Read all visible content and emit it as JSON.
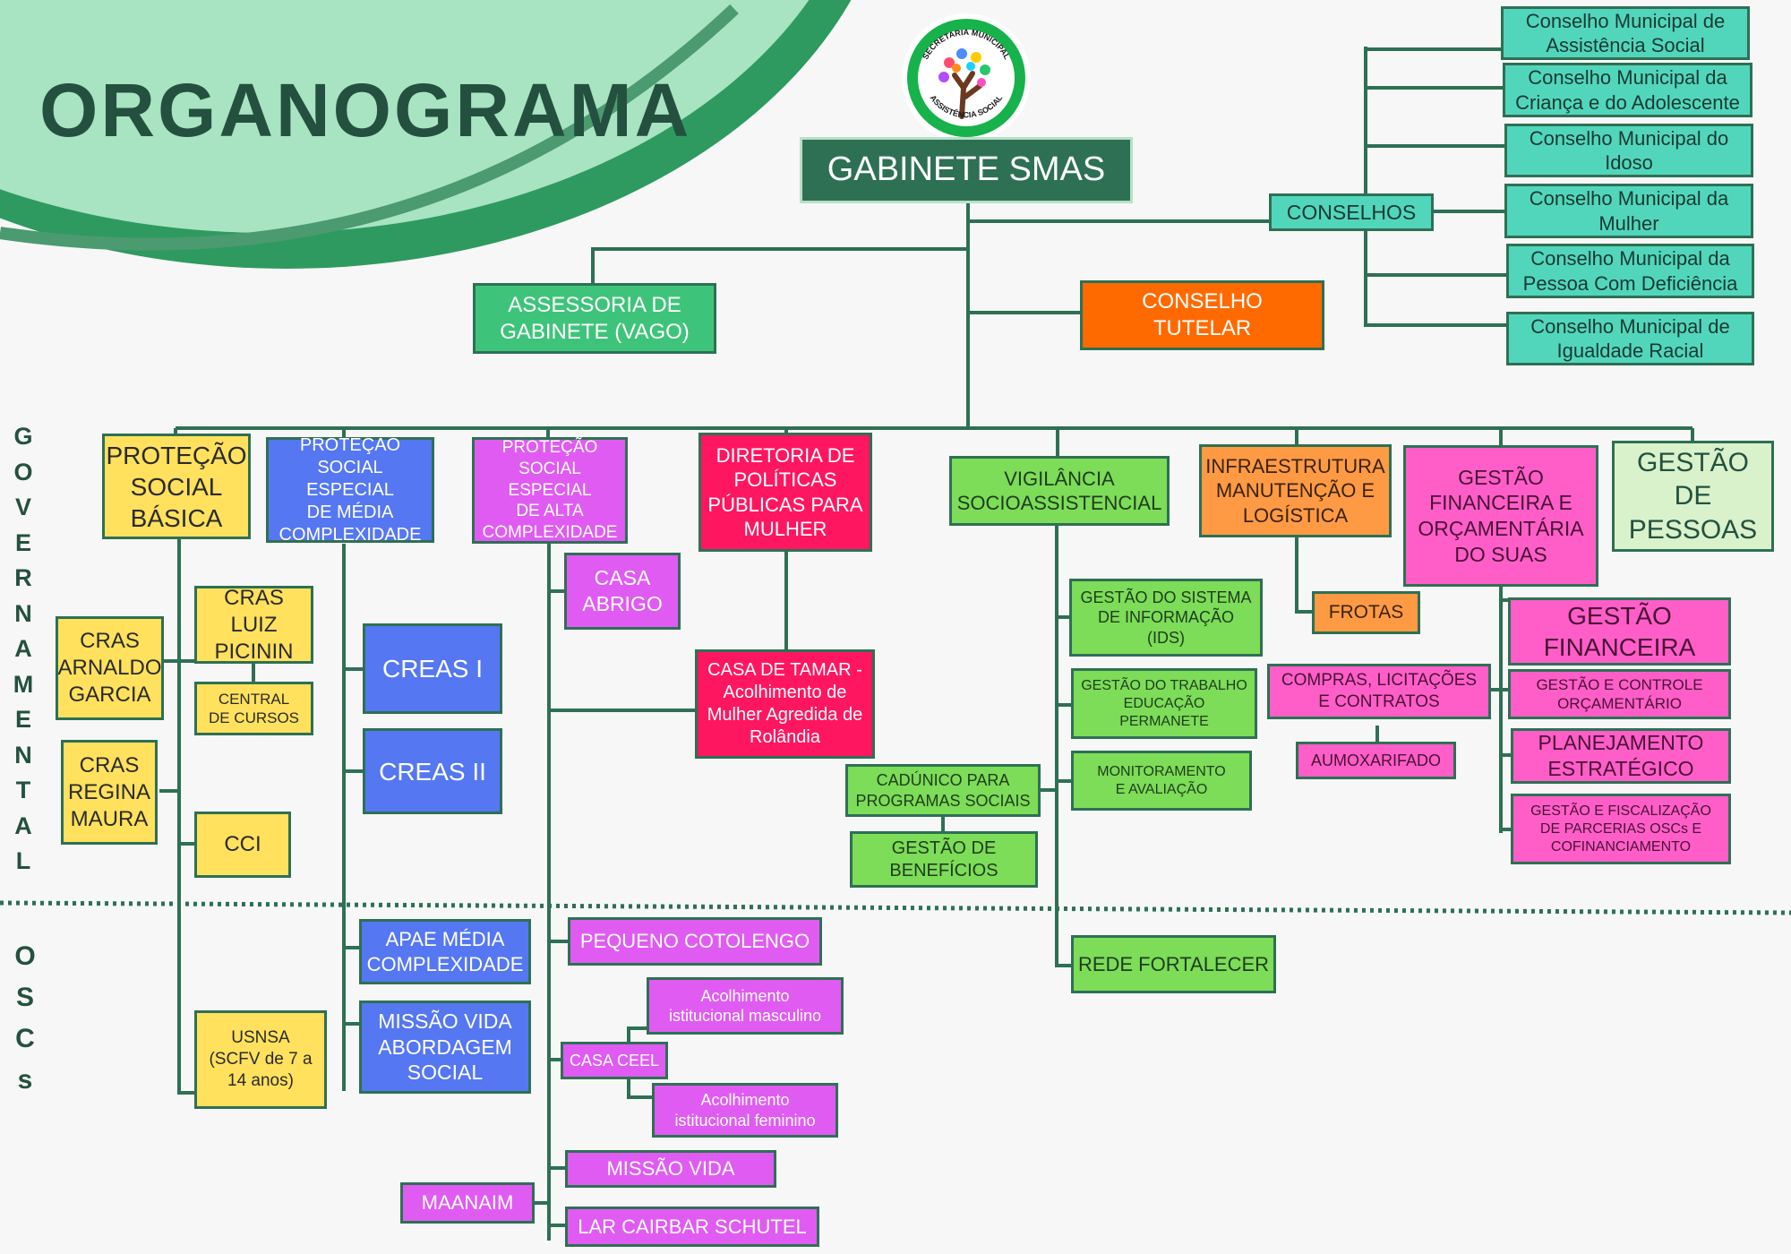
{
  "title": "ORGANOGRAMA",
  "logo": {
    "ring_text_top": "SECRETARIA MUNICIPAL",
    "ring_text_bottom": "ASSISTÊNCIA SOCIAL"
  },
  "side_labels": {
    "top": "G\nO\nV\nE\nR\nN\nA\nM\nE\nN\nT\nA\nL",
    "bottom": "O\nS\nC\ns"
  },
  "colors": {
    "line": "#2e7054",
    "gabinete": "#2e7054",
    "green": "#3ec47a",
    "orange": "#ff6a00",
    "teal": "#52d6bb",
    "yellow": "#ffe15d",
    "blue": "#5577f2",
    "magenta": "#e05bf2",
    "crimson": "#ff1660",
    "lime": "#7ddc58",
    "light_orange": "#ff9a44",
    "pink": "#ff5ec8",
    "pale_green": "#d9f2cc",
    "mint": "#a8e3c2"
  },
  "nodes": {
    "gabinete": "GABINETE SMAS",
    "assessoria": "ASSESSORIA DE\nGABINETE (VAGO)",
    "conselho_tutelar": "CONSELHO\nTUTELAR",
    "conselhos": "CONSELHOS",
    "cm_assistencia": "Conselho Municipal de\nAssistência Social",
    "cm_crianca": "Conselho Municipal da\nCriança e do Adolescente",
    "cm_idoso": "Conselho Municipal do\nIdoso",
    "cm_mulher": "Conselho Municipal da\nMulher",
    "cm_pcd": "Conselho Municipal da\nPessoa Com Deficiência",
    "cm_racial": "Conselho Municipal de\nIgualdade Racial",
    "psb": "PROTEÇÃO\nSOCIAL\nBÁSICA",
    "pse_media": "PROTEÇÃO\nSOCIAL ESPECIAL\nDE MÉDIA\nCOMPLEXIDADE",
    "pse_alta": "PROTEÇÃO\nSOCIAL ESPECIAL\nDE ALTA\nCOMPLEXIDADE",
    "diretoria": "DIRETORIA DE\nPOLÍTICAS\nPÚBLICAS PARA\nMULHER",
    "vigilancia": "VIGILÂNCIA\nSOCIOASSISTENCIAL",
    "infra": "INFRAESTRUTURA\nMANUTENÇÃO E\nLOGÍSTICA",
    "gestao_fin_orc": "GESTÃO\nFINANCEIRA E\nORÇAMENTÁRIA\nDO SUAS",
    "gestao_pessoas": "GESTÃO DE\nPESSOAS",
    "cras_arnaldo": "CRAS\nARNALDO\nGARCIA",
    "cras_luiz": "CRAS LUIZ\nPICININ",
    "central_cursos": "CENTRAL\nDE CURSOS",
    "cras_regina": "CRAS\nREGINA\nMAURA",
    "cci": "CCI",
    "usnsa": "USNSA\n(SCFV de 7 a\n14 anos)",
    "creas1": "CREAS I",
    "creas2": "CREAS II",
    "apae": "APAE MÉDIA\nCOMPLEXIDADE",
    "missao_abordagem": "MISSÃO VIDA\nABORDAGEM\nSOCIAL",
    "casa_abrigo": "CASA\nABRIGO",
    "pequeno_cotolengo": "PEQUENO COTOLENGO",
    "casa_ceel": "CASA CEEL",
    "acolh_masc": "Acolhimento\nistitucional masculino",
    "acolh_fem": "Acolhimento\nistitucional feminino",
    "missao_vida": "MISSÃO VIDA",
    "maanaim": "MAANAIM",
    "lar_cairbar": "LAR CAIRBAR SCHUTEL",
    "casa_tamar": "CASA DE TAMAR -\nAcolhimento de\nMulher Agredida de\nRolândia",
    "gestao_sistema": "GESTÃO DO SISTEMA\nDE INFORMAÇÃO\n(IDS)",
    "gestao_trabalho": "GESTÃO DO TRABALHO\nEDUCAÇÃO\nPERMANETE",
    "monitoramento": "MONITORAMENTO\nE AVALIAÇÃO",
    "cadunico": "CADÚNICO PARA\nPROGRAMAS SOCIAIS",
    "gestao_beneficios": "GESTÃO DE\nBENEFÍCIOS",
    "rede_fortalecer": "REDE FORTALECER",
    "frotas": "FROTAS",
    "compras": "COMPRAS, LICITAÇÕES\nE CONTRATOS",
    "almoxarifado": "AUMOXARIFADO",
    "gestao_financeira": "GESTÃO\nFINANCEIRA",
    "gestao_controle": "GESTÃO E CONTROLE\nORÇAMENTÁRIO",
    "planejamento": "PLANEJAMENTO\nESTRATÉGICO",
    "gestao_fiscalizacao": "GESTÃO E FISCALIZAÇÃO\nDE PARCERIAS OSCs E\nCOFINANCIAMENTO"
  }
}
